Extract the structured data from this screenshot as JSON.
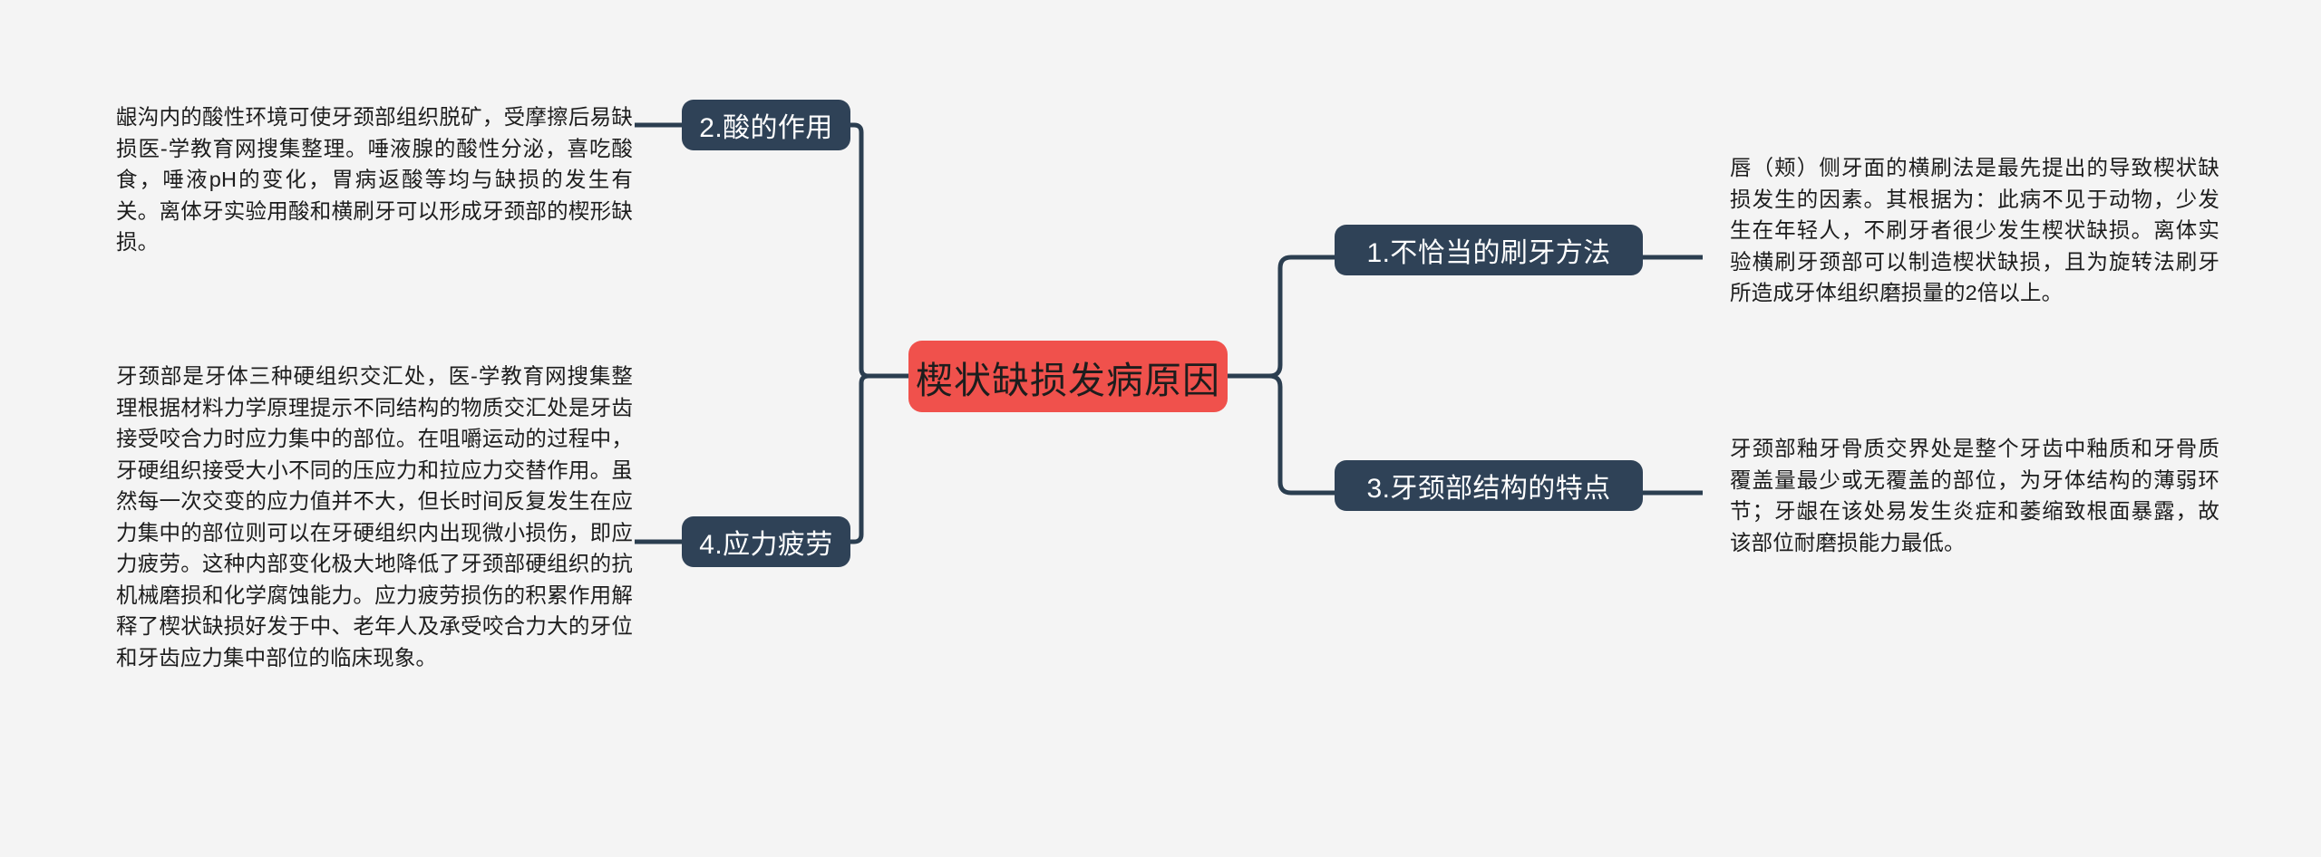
{
  "diagram": {
    "type": "mindmap",
    "background_color": "#f4f4f4",
    "center": {
      "label": "楔状缺损发病原因",
      "fill_color": "#f0514c",
      "text_color": "#1d1d1d"
    },
    "branch_fill_color": "#2f4257",
    "branch_text_color": "#ffffff",
    "connector_color": "#2b3e50",
    "branches": [
      {
        "id": "branch-1",
        "label": "1.不恰当的刷牙方法",
        "side": "right",
        "description": "唇（颊）侧牙面的横刷法是最先提出的导致楔状缺损发生的因素。其根据为：此病不见于动物，少发生在年轻人，不刷牙者很少发生楔状缺损。离体实验横刷牙颈部可以制造楔状缺损，且为旋转法刷牙所造成牙体组织磨损量的2倍以上。"
      },
      {
        "id": "branch-2",
        "label": "2.酸的作用",
        "side": "left",
        "description": "龈沟内的酸性环境可使牙颈部组织脱矿，受摩擦后易缺损医-学教育网搜集整理。唾液腺的酸性分泌，喜吃酸食，唾液pH的变化，胃病返酸等均与缺损的发生有关。离体牙实验用酸和横刷牙可以形成牙颈部的楔形缺损。"
      },
      {
        "id": "branch-3",
        "label": "3.牙颈部结构的特点",
        "side": "right",
        "description": "牙颈部釉牙骨质交界处是整个牙齿中釉质和牙骨质覆盖量最少或无覆盖的部位，为牙体结构的薄弱环节；牙龈在该处易发生炎症和萎缩致根面暴露，故该部位耐磨损能力最低。"
      },
      {
        "id": "branch-4",
        "label": "4.应力疲劳",
        "side": "left",
        "description": "牙颈部是牙体三种硬组织交汇处，医-学教育网搜集整理根据材料力学原理提示不同结构的物质交汇处是牙齿接受咬合力时应力集中的部位。在咀嚼运动的过程中，牙硬组织接受大小不同的压应力和拉应力交替作用。虽然每一次交变的应力值并不大，但长时间反复发生在应力集中的部位则可以在牙硬组织内出现微小损伤，即应力疲劳。这种内部变化极大地降低了牙颈部硬组织的抗机械磨损和化学腐蚀能力。应力疲劳损伤的积累作用解释了楔状缺损好发于中、老年人及承受咬合力大的牙位和牙齿应力集中部位的临床现象。"
      }
    ]
  }
}
